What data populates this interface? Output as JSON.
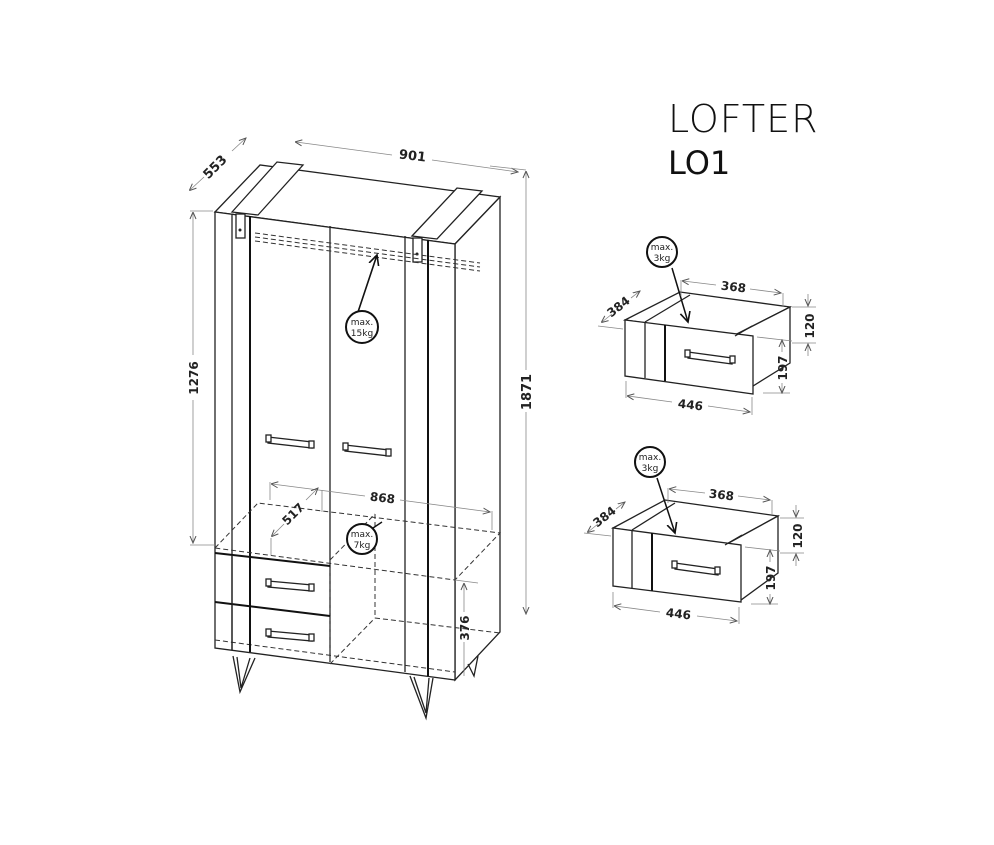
{
  "product": {
    "name": "LOFTER",
    "code": "LO1"
  },
  "wardrobe": {
    "dimensions": {
      "width": "901",
      "depth": "553",
      "height": "1871",
      "inner_height": "1276",
      "shelf_width": "868",
      "shelf_depth": "517",
      "bottom_compartment_height": "376"
    },
    "load_labels": {
      "rail": {
        "line1": "max.",
        "line2": "15kg"
      },
      "shelf": {
        "line1": "max.",
        "line2": "7kg"
      }
    }
  },
  "drawers": [
    {
      "label": "drawer-1",
      "dimensions": {
        "inner_width": "368",
        "depth": "384",
        "front_width": "446",
        "inner_height": "120",
        "front_height": "197"
      },
      "load": {
        "line1": "max.",
        "line2": "3kg"
      }
    },
    {
      "label": "drawer-2",
      "dimensions": {
        "inner_width": "368",
        "depth": "384",
        "front_width": "446",
        "inner_height": "120",
        "front_height": "197"
      },
      "load": {
        "line1": "max.",
        "line2": "3kg"
      }
    }
  ]
}
